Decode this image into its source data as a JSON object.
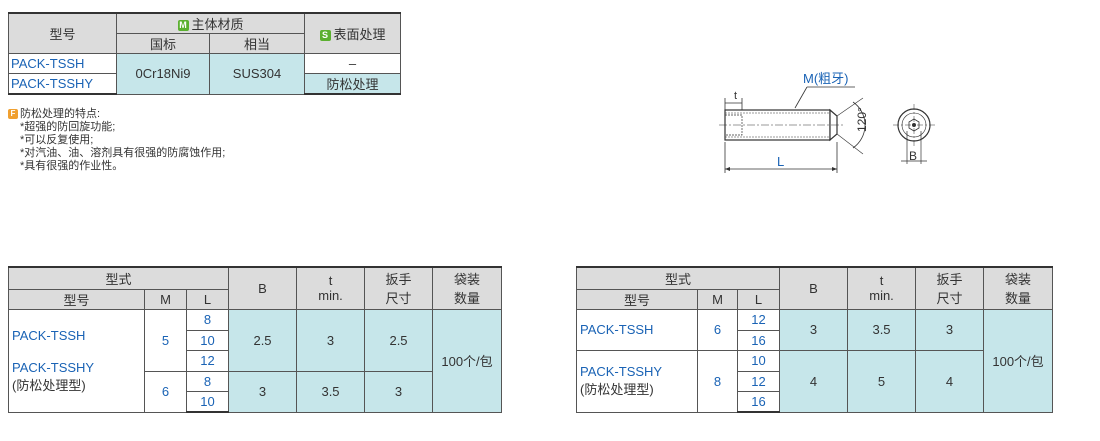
{
  "top_table": {
    "header": {
      "model_label": "型号",
      "material_badge": "M",
      "material_label": "主体材质",
      "surface_badge": "S",
      "surface_label": "表面处理",
      "gb_label": "国标",
      "equiv_label": "相当"
    },
    "rows": [
      {
        "model": "PACK-TSSH",
        "surface": "–"
      },
      {
        "model": "PACK-TSSHY",
        "surface": "防松处理"
      }
    ],
    "material_gb": "0Cr18Ni9",
    "material_equiv": "SUS304"
  },
  "notes": {
    "badge": "F",
    "title": "防松处理的特点:",
    "items": [
      "*超强的防回旋功能;",
      "*可以反复使用;",
      "*对汽油、油、溶剂具有很强的防腐蚀作用;",
      "*具有很强的作业性。"
    ]
  },
  "drawing": {
    "thread_label": "M(粗牙)",
    "t_label": "t",
    "angle_label": "120°",
    "length_label": "L",
    "b_label": "B"
  },
  "spec_header": {
    "type_label": "型式",
    "model_label": "型号",
    "m_label": "M",
    "l_label": "L",
    "b_label": "B",
    "t_label": "t",
    "t_sub": "min.",
    "wrench_label": "扳手",
    "wrench_sub": "尺寸",
    "pack_label": "袋装",
    "pack_sub": "数量"
  },
  "spec_left": {
    "model_a": "PACK-TSSH",
    "model_b": "PACK-TSSHY",
    "model_b_note": "(防松处理型)",
    "groups": [
      {
        "m": "5",
        "l": [
          "8",
          "10",
          "12"
        ],
        "b": "2.5",
        "t": "3",
        "wrench": "2.5"
      },
      {
        "m": "6",
        "l": [
          "8",
          "10"
        ],
        "b": "3",
        "t": "3.5",
        "wrench": "3"
      }
    ],
    "pack": "100个/包"
  },
  "spec_right": {
    "model_a": "PACK-TSSH",
    "model_b": "PACK-TSSHY",
    "model_b_note": "(防松处理型)",
    "groups": [
      {
        "m": "6",
        "l": [
          "12",
          "16"
        ],
        "b": "3",
        "t": "3.5",
        "wrench": "3"
      },
      {
        "m": "8",
        "l": [
          "10",
          "12",
          "16"
        ],
        "b": "4",
        "t": "5",
        "wrench": "4"
      }
    ],
    "pack": "100个/包"
  }
}
